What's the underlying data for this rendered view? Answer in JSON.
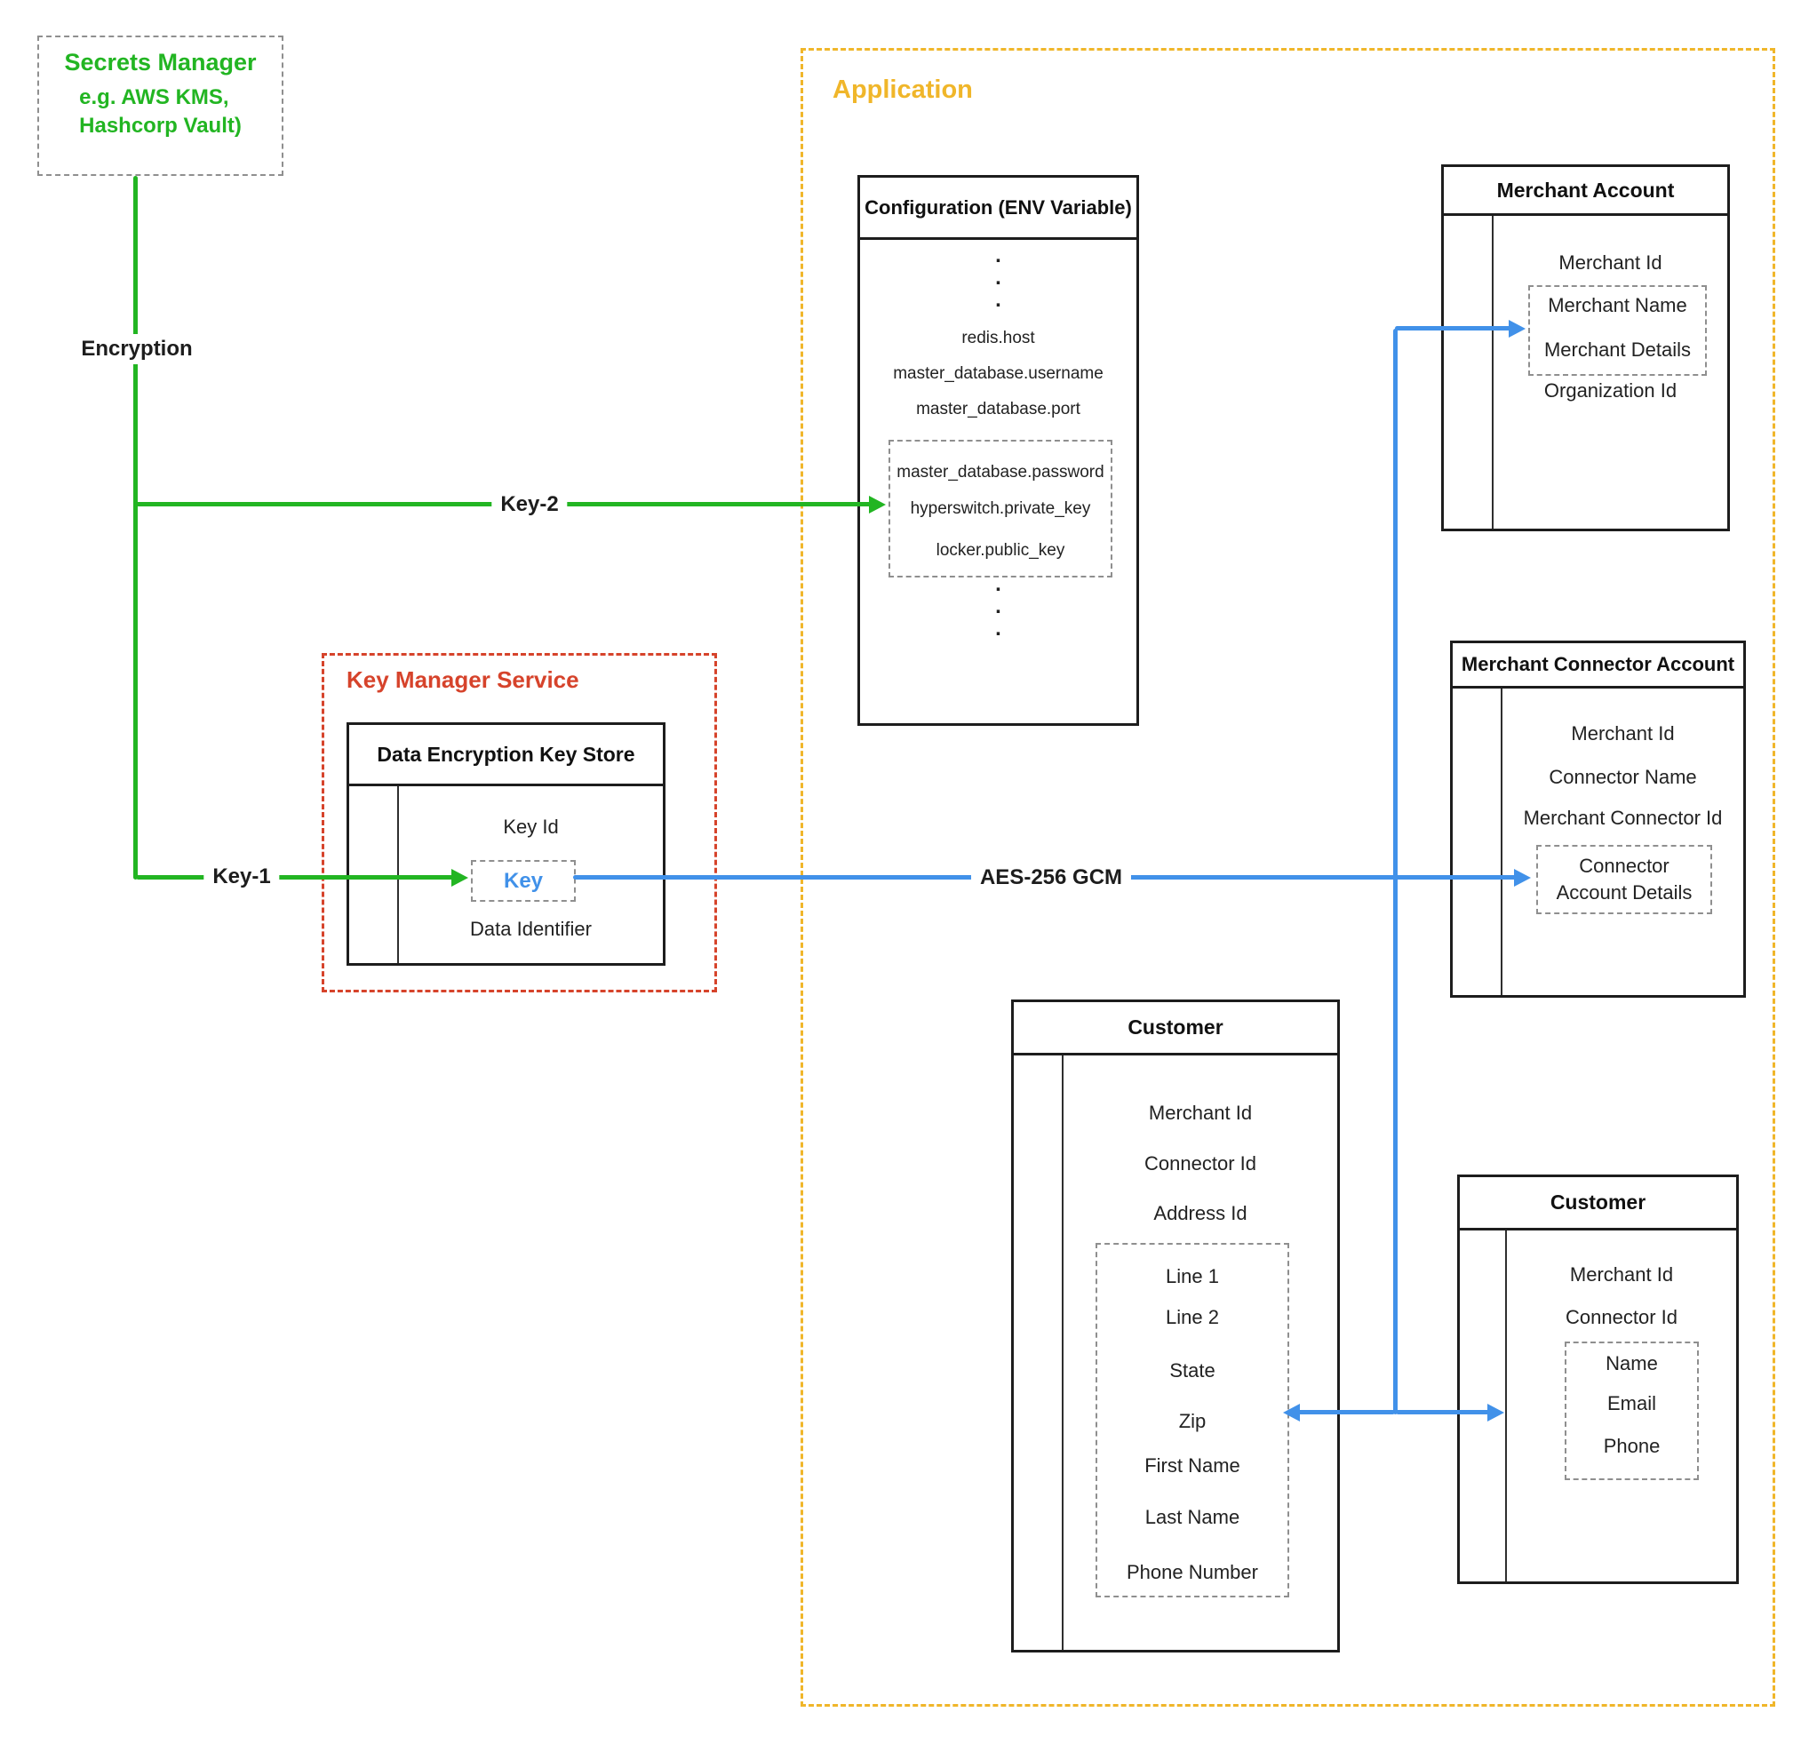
{
  "colors": {
    "green": "#22b522",
    "blue": "#4191e9",
    "red": "#d6432b",
    "yellow": "#f0b62a",
    "ink": "#1d1d1d"
  },
  "secrets_manager": {
    "title": "Secrets Manager",
    "subtitle1": "e.g. AWS KMS,",
    "subtitle2": "Hashcorp Vault)"
  },
  "connections": {
    "encryption": "Encryption",
    "key1": "Key-1",
    "key2": "Key-2",
    "aes": "AES-256 GCM"
  },
  "application": {
    "title": "Application"
  },
  "key_manager_service": {
    "title": "Key Manager Service",
    "dek_store": {
      "title": "Data Encryption Key Store",
      "key_id": "Key Id",
      "key": "Key",
      "data_identifier": "Data Identifier"
    }
  },
  "configuration": {
    "title": "Configuration (ENV Variable)",
    "dot": ".",
    "plain_fields": [
      "redis.host",
      "master_database.username",
      "master_database.port"
    ],
    "secure_fields": [
      "master_database.password",
      "hyperswitch.private_key",
      "locker.public_key"
    ]
  },
  "merchant_account": {
    "title": "Merchant Account",
    "fields_above": [
      "Merchant Id"
    ],
    "secure_fields": [
      "Merchant Name",
      "Merchant Details"
    ],
    "fields_below": [
      "Organization Id"
    ]
  },
  "merchant_connector_account": {
    "title": "Merchant Connector Account",
    "fields_above": [
      "Merchant Id",
      "Connector Name",
      "Merchant Connector Id"
    ],
    "secure_fields": [
      "Connector Account Details"
    ]
  },
  "customer_address": {
    "title": "Customer",
    "fields_above": [
      "Merchant Id",
      "Connector Id",
      "Address Id"
    ],
    "secure_fields": [
      "Line 1",
      "Line 2",
      "State",
      "Zip",
      "First Name",
      "Last Name",
      "Phone Number"
    ]
  },
  "customer_contact": {
    "title": "Customer",
    "fields_above": [
      "Merchant Id",
      "Connector Id"
    ],
    "secure_fields": [
      "Name",
      "Email",
      "Phone"
    ]
  }
}
